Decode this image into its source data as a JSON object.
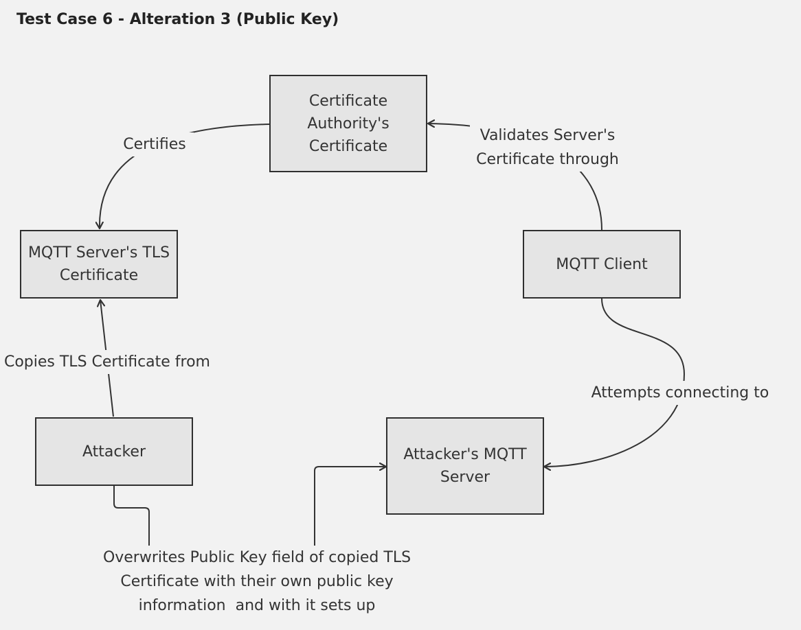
{
  "title": "Test Case 6 - Alteration 3 (Public Key)",
  "colors": {
    "background": "#f2f2f2",
    "node_fill": "#e5e5e5",
    "node_border": "#2f2f2f",
    "edge": "#333333",
    "text": "#333333"
  },
  "nodes": {
    "ca": [
      "Certificate",
      "Authority's",
      "Certificate"
    ],
    "server_cert": [
      "MQTT Server's TLS",
      "Certificate"
    ],
    "client": [
      "MQTT Client"
    ],
    "attacker": [
      "Attacker"
    ],
    "attacker_server": [
      "Attacker's MQTT",
      "Server"
    ]
  },
  "edges": {
    "certifies": [
      "Certifies"
    ],
    "validates": [
      "Validates Server's",
      "Certificate through"
    ],
    "copies": [
      "Copies TLS Certificate from"
    ],
    "attempts": [
      "Attempts connecting to"
    ],
    "overwrites": [
      "Overwrites Public Key field of copied TLS",
      "Certificate with their own public key",
      "information  and with it sets up"
    ]
  }
}
